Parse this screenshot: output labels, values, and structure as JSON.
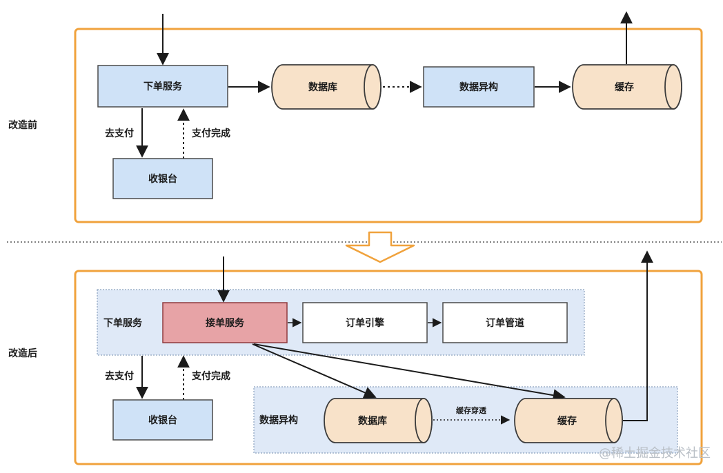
{
  "colors": {
    "frame": "#f0a23c",
    "service_fill": "#cfe2f7",
    "service_stroke": "#4a4a4a",
    "db_fill": "#f8e2c9",
    "group_fill": "#dfe9f7",
    "group_stroke": "#8aa0bd",
    "highlight_fill": "#e7a3a6",
    "highlight_stroke": "#8f3a3e",
    "white_box": "#ffffff"
  },
  "before": {
    "section_label": "改造前",
    "order_service": "下单服务",
    "database": "数据库",
    "data_heterogeneous": "数据异构",
    "cache": "缓存",
    "go_pay": "去支付",
    "pay_complete": "支付完成",
    "cashier": "收银台"
  },
  "after": {
    "section_label": "改造后",
    "order_service_group": "下单服务",
    "accept_order_service": "接单服务",
    "order_engine": "订单引擎",
    "order_pipeline": "订单管道",
    "go_pay": "去支付",
    "pay_complete": "支付完成",
    "cashier": "收银台",
    "data_heterogeneous_group": "数据异构",
    "database": "数据库",
    "cache_write_through": "缓存穿透",
    "cache": "缓存"
  },
  "watermark": "@稀土掘金技术社区"
}
